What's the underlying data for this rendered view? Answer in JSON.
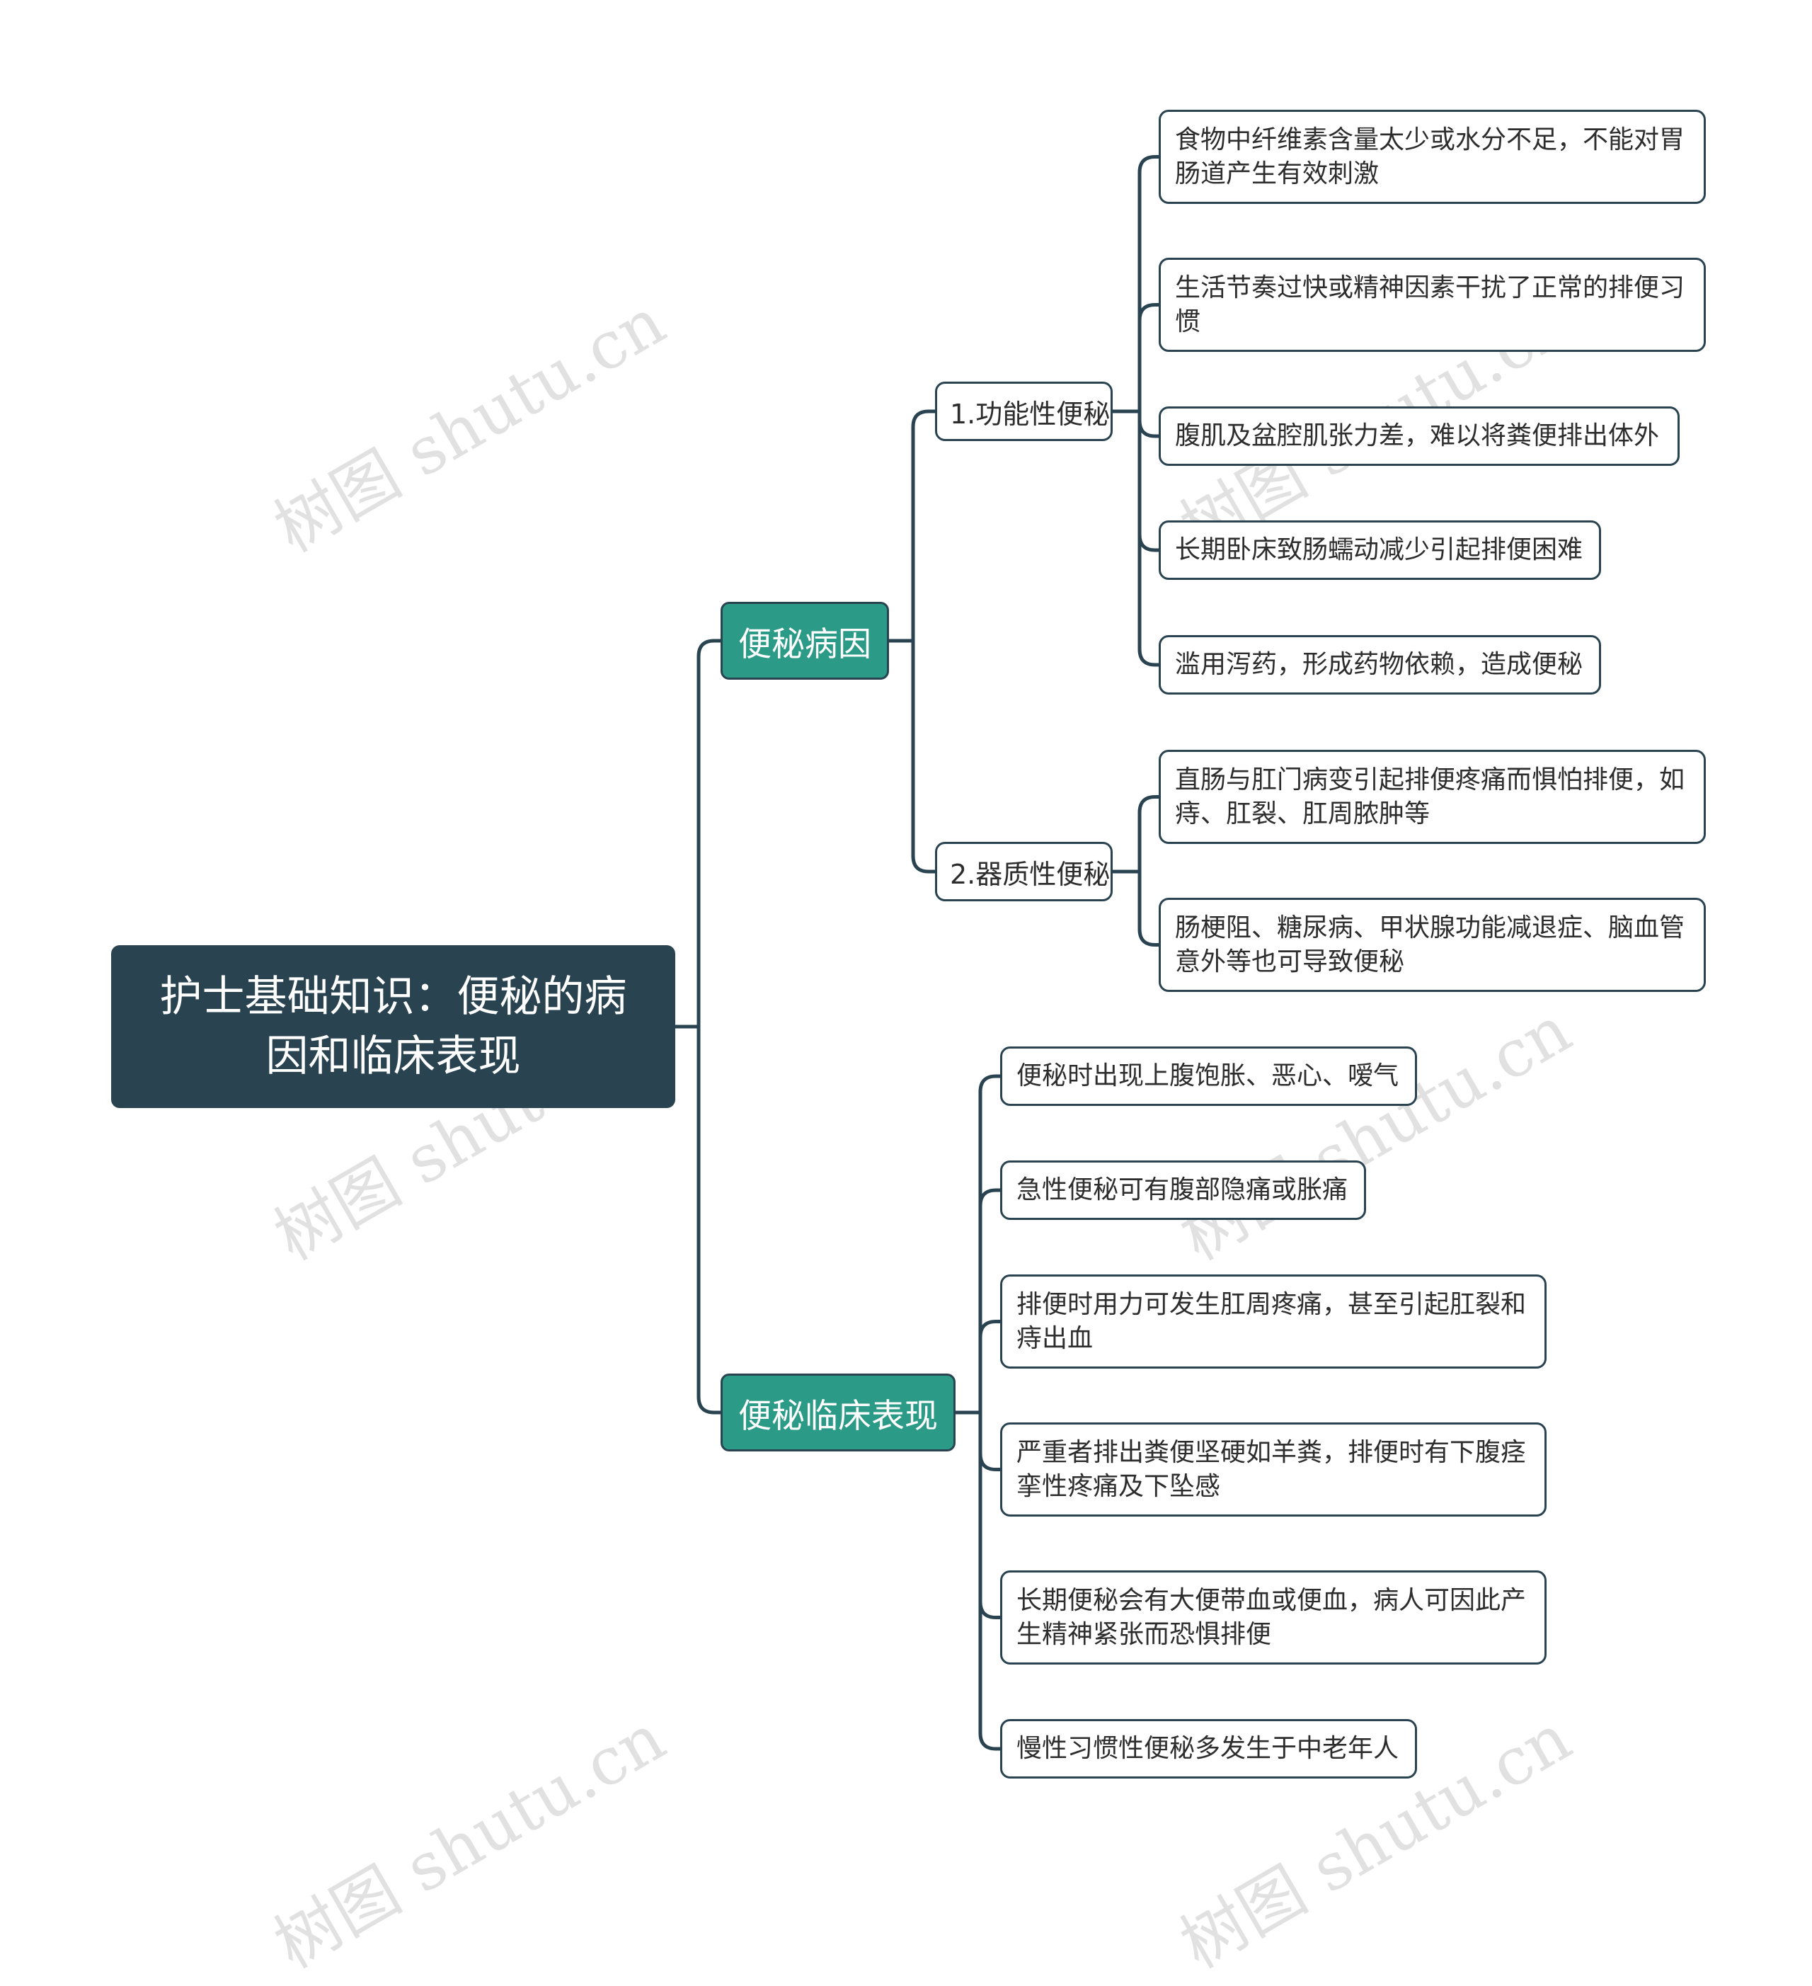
{
  "root": {
    "title": "护士基础知识：便秘的病因和临床表现"
  },
  "branches": [
    {
      "label": "便秘病因",
      "groups": [
        {
          "label": "1.功能性便秘",
          "items": [
            "食物中纤维素含量太少或水分不足，不能对胃肠道产生有效刺激",
            "生活节奏过快或精神因素干扰了正常的排便习惯",
            "腹肌及盆腔肌张力差，难以将粪便排出体外",
            "长期卧床致肠蠕动减少引起排便困难",
            "滥用泻药，形成药物依赖，造成便秘"
          ]
        },
        {
          "label": "2.器质性便秘",
          "items": [
            "直肠与肛门病变引起排便疼痛而惧怕排便，如痔、肛裂、肛周脓肿等",
            "肠梗阻、糖尿病、甲状腺功能减退症、脑血管意外等也可导致便秘"
          ]
        }
      ]
    },
    {
      "label": "便秘临床表现",
      "items": [
        "便秘时出现上腹饱胀、恶心、嗳气",
        "急性便秘可有腹部隐痛或胀痛",
        "排便时用力可发生肛周疼痛，甚至引起肛裂和痔出血",
        "严重者排出粪便坚硬如羊粪，排便时有下腹痉挛性疼痛及下坠感",
        "长期便秘会有大便带血或便血，病人可因此产生精神紧张而恐惧排便",
        "慢性习惯性便秘多发生于中老年人"
      ]
    }
  ],
  "watermark": "树图 shutu.cn",
  "colors": {
    "root": "#294350",
    "branch": "#2b9b87",
    "line": "#294350"
  }
}
